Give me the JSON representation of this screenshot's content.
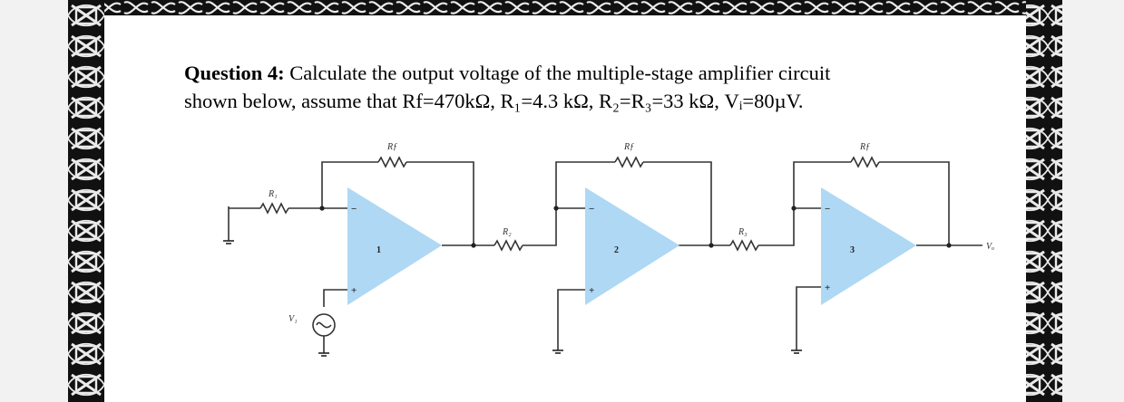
{
  "question": {
    "label": "Question 4:",
    "line1": "Calculate the output voltage of the multiple-stage amplifier circuit",
    "line2": "shown below, assume that Rf=470kΩ, R₁=4.3 kΩ, R₂=R₃=33 kΩ, Vᵢ=80µV."
  },
  "circuit": {
    "labels": {
      "r1": "R₁",
      "r2": "R₂",
      "r3": "R₃",
      "rf1": "Rƒ",
      "rf2": "Rƒ",
      "rf3": "Rƒ",
      "vin": "V₁",
      "vout": "Vₒ"
    },
    "stages": [
      "1",
      "2",
      "3"
    ],
    "opamp_color": "#aed8f4"
  }
}
